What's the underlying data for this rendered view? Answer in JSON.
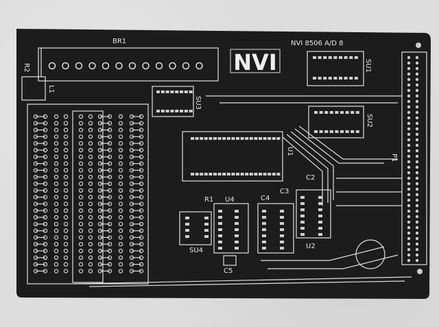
{
  "photo": {
    "subject": "Printed circuit board (silkscreen side)",
    "board_title": "NVI 8506 A/D 8",
    "logo_text": "NVI",
    "colors": {
      "background": "#dcdcdc",
      "board": "#1c1c1c",
      "silkscreen": "#e8e8e8"
    }
  },
  "labels": {
    "br1": "BR1",
    "r2": "R2",
    "l1": "L1",
    "su1": "SU1",
    "su2": "SU2",
    "su3": "SU3",
    "su4": "SU4",
    "u1": "U1",
    "u2": "U2",
    "u4": "U4",
    "c2": "C2",
    "c3": "C3",
    "c4": "C4",
    "c5": "C5",
    "r1": "R1",
    "p1": "P1"
  }
}
